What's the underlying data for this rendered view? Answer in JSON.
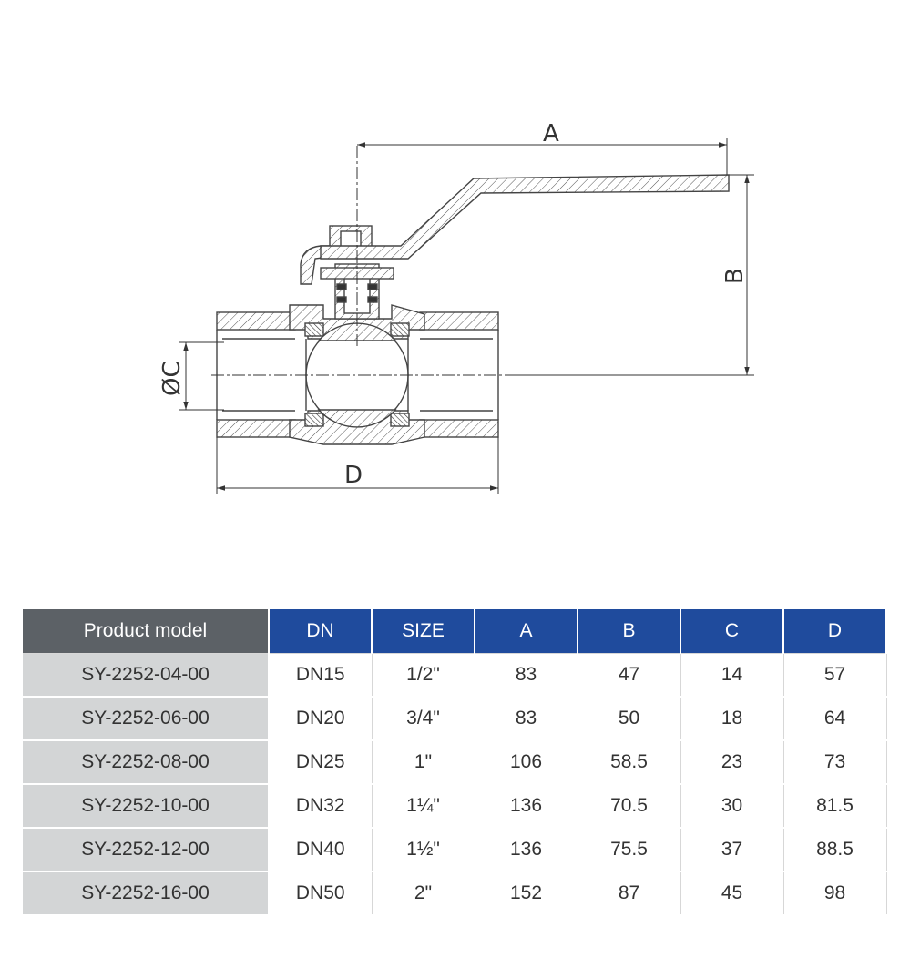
{
  "drawing": {
    "dim_a": "A",
    "dim_b": "B",
    "dim_c": "ØC",
    "dim_d": "D"
  },
  "table": {
    "headers": [
      "Product model",
      "DN",
      "SIZE",
      "A",
      "B",
      "C",
      "D"
    ],
    "rows": [
      {
        "model": "SY-2252-04-00",
        "dn": "DN15",
        "size": "1/2\"",
        "a": "83",
        "b": "47",
        "c": "14",
        "d": "57"
      },
      {
        "model": "SY-2252-06-00",
        "dn": "DN20",
        "size": "3/4\"",
        "a": "83",
        "b": "50",
        "c": "18",
        "d": "64"
      },
      {
        "model": "SY-2252-08-00",
        "dn": "DN25",
        "size": "1\"",
        "a": "106",
        "b": "58.5",
        "c": "23",
        "d": "73"
      },
      {
        "model": "SY-2252-10-00",
        "dn": "DN32",
        "size": "1¼\"",
        "a": "136",
        "b": "70.5",
        "c": "30",
        "d": "81.5"
      },
      {
        "model": "SY-2252-12-00",
        "dn": "DN40",
        "size": "1½\"",
        "a": "136",
        "b": "75.5",
        "c": "37",
        "d": "88.5"
      },
      {
        "model": "SY-2252-16-00",
        "dn": "DN50",
        "size": "2\"",
        "a": "152",
        "b": "87",
        "c": "45",
        "d": "98"
      }
    ]
  },
  "colors": {
    "header_blue": "#1f4b9d",
    "header_gray": "#5c6166",
    "model_cell": "#d3d5d6"
  }
}
